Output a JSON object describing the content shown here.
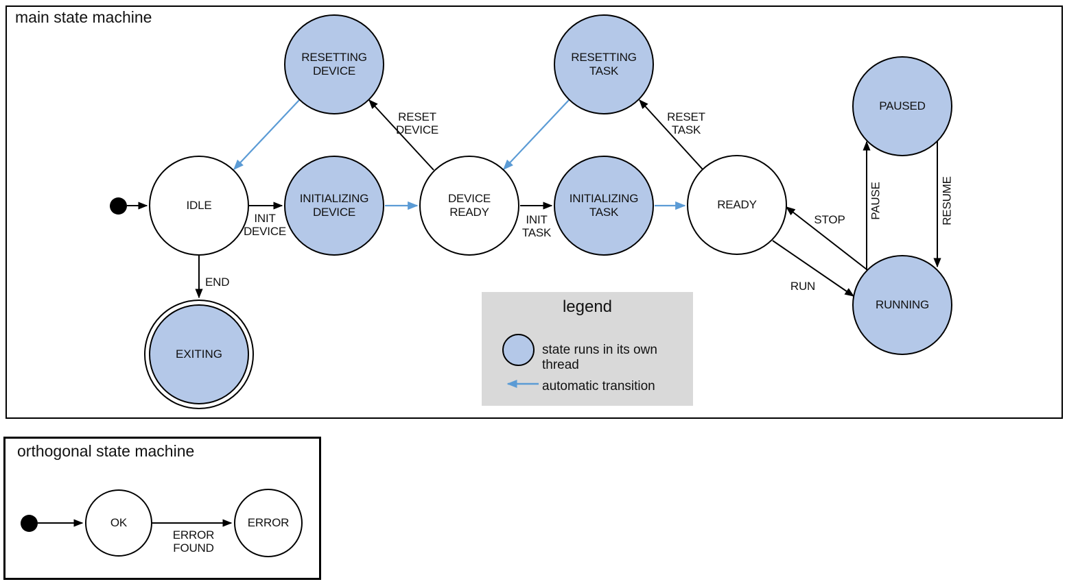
{
  "main_machine": {
    "title": "main state machine",
    "states": {
      "idle": {
        "label": "IDLE"
      },
      "resetting_device": {
        "label": "RESETTING\nDEVICE"
      },
      "initializing_device": {
        "label": "INITIALIZING\nDEVICE"
      },
      "device_ready": {
        "label": "DEVICE\nREADY"
      },
      "resetting_task": {
        "label": "RESETTING\nTASK"
      },
      "initializing_task": {
        "label": "INITIALIZING\nTASK"
      },
      "ready": {
        "label": "READY"
      },
      "paused": {
        "label": "PAUSED"
      },
      "running": {
        "label": "RUNNING"
      },
      "exiting": {
        "label": "EXITING"
      }
    },
    "transitions": {
      "init_device": "INIT\nDEVICE",
      "reset_device": "RESET\nDEVICE",
      "init_task": "INIT\nTASK",
      "reset_task": "RESET\nTASK",
      "end": "END",
      "run": "RUN",
      "stop": "STOP",
      "pause": "PAUSE",
      "resume": "RESUME"
    }
  },
  "legend": {
    "title": "legend",
    "thread_item": "state runs in its own thread",
    "auto_item": "automatic transition"
  },
  "orthogonal_machine": {
    "title": "orthogonal state machine",
    "states": {
      "ok": {
        "label": "OK"
      },
      "error": {
        "label": "ERROR"
      }
    },
    "transitions": {
      "error_found": "ERROR\nFOUND"
    }
  },
  "colors": {
    "threaded_state_fill": "#b4c8e8",
    "automatic_transition_blue": "#5b9bd5",
    "legend_background": "#d9d9d9",
    "stroke_black": "#000000"
  }
}
